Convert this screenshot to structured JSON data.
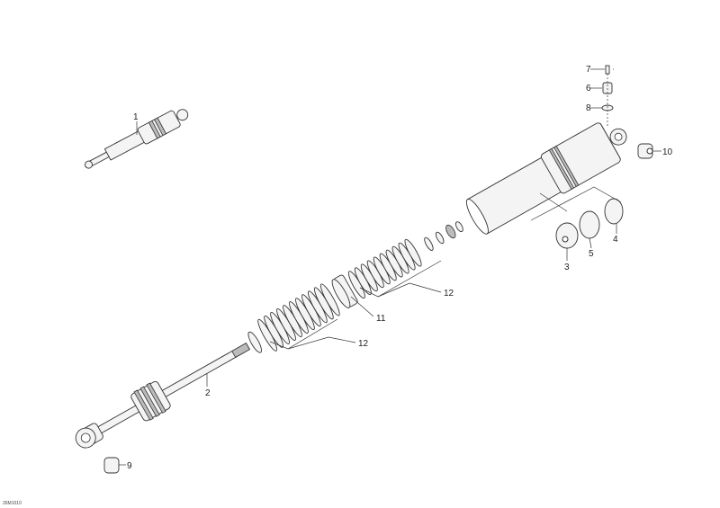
{
  "diagram_code": "26M1010",
  "callouts": [
    {
      "id": "1",
      "label": "1"
    },
    {
      "id": "2",
      "label": "2"
    },
    {
      "id": "3",
      "label": "3"
    },
    {
      "id": "4",
      "label": "4"
    },
    {
      "id": "5",
      "label": "5"
    },
    {
      "id": "6",
      "label": "6"
    },
    {
      "id": "7",
      "label": "7"
    },
    {
      "id": "8",
      "label": "8"
    },
    {
      "id": "9",
      "label": "9"
    },
    {
      "id": "10",
      "label": "10"
    },
    {
      "id": "11",
      "label": "11"
    },
    {
      "id": "12a",
      "label": "12"
    },
    {
      "id": "12b",
      "label": "12"
    }
  ]
}
